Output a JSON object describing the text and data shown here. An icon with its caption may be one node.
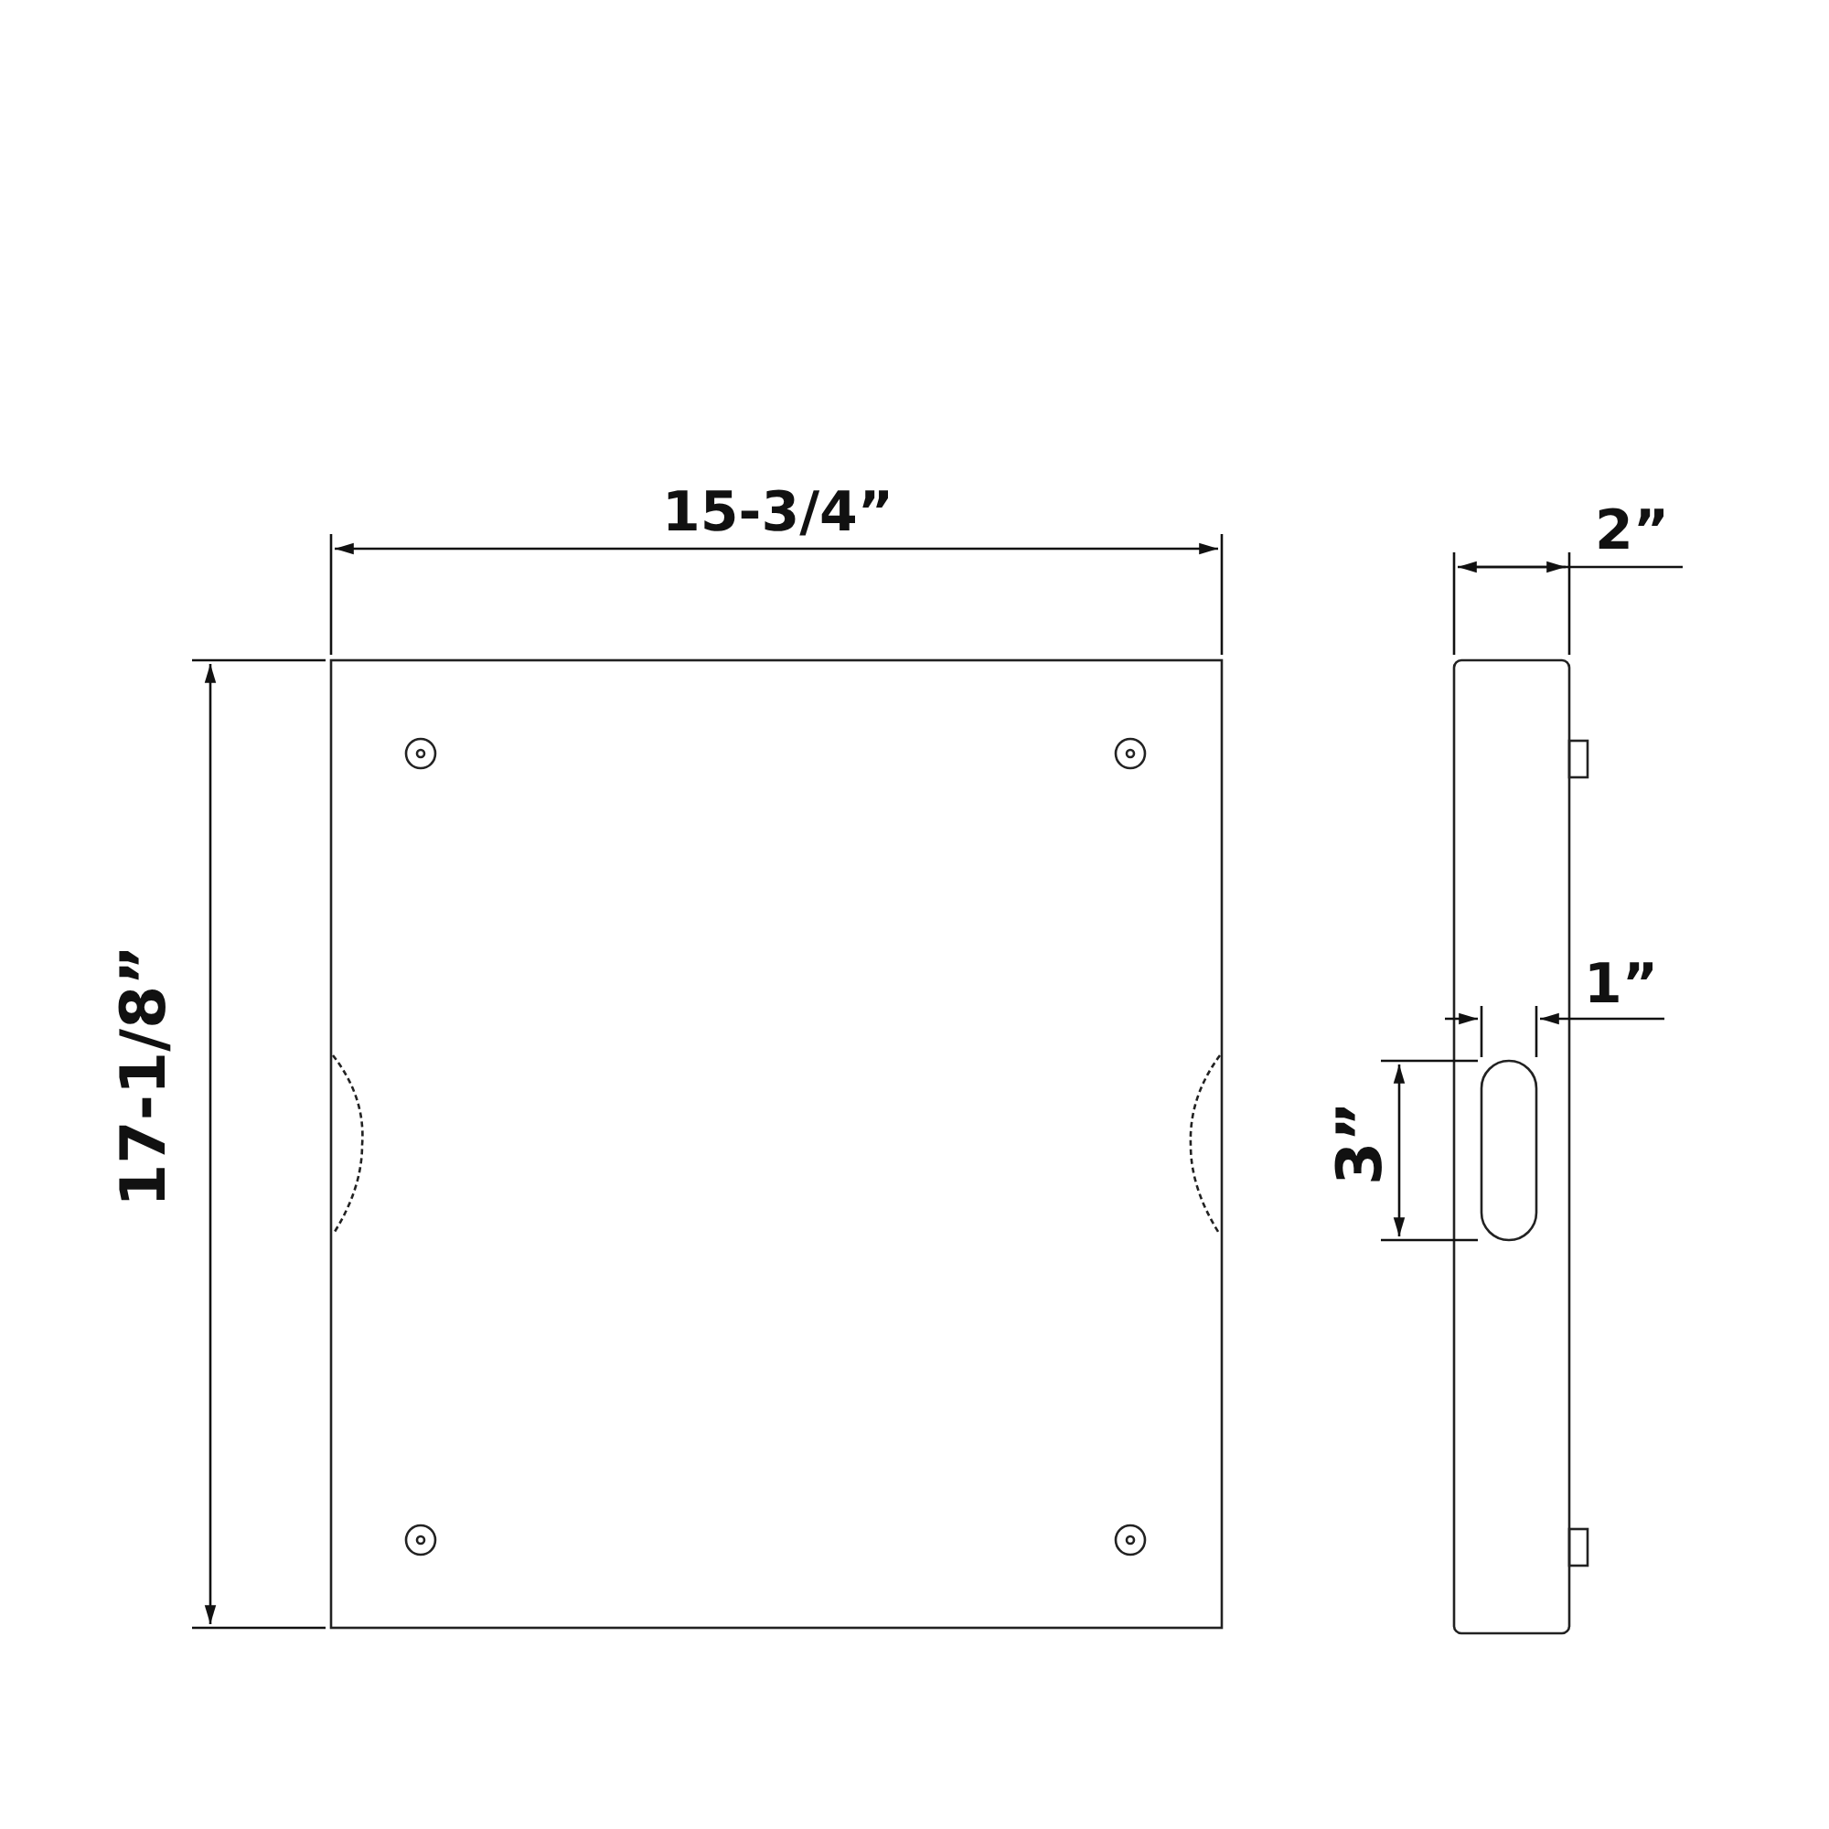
{
  "diagram": {
    "labels": [
      "15-3/4”",
      "17-1/8”",
      "2”",
      "1”",
      "3”"
    ]
  }
}
